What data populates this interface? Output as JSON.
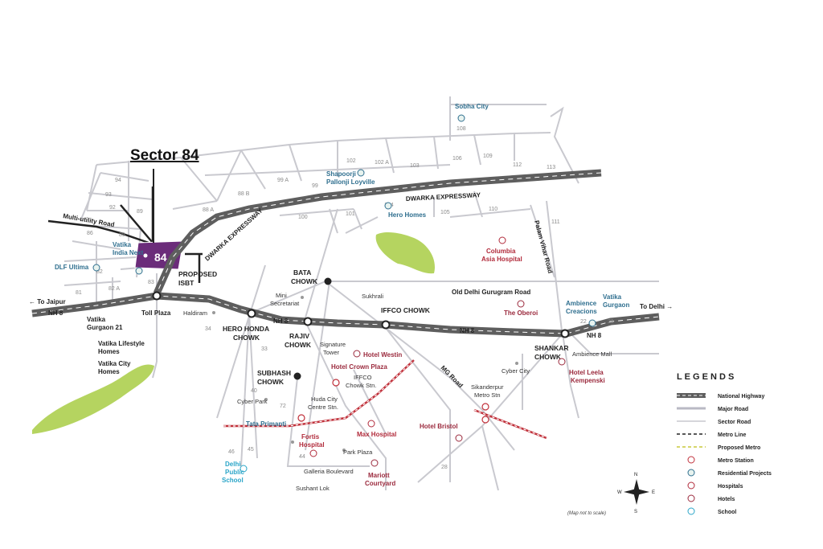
{
  "title": "Sector 84",
  "sector_badge": "84",
  "roads": {
    "dwarka_expressway_1": "DWARKA EXPRESSWAY",
    "dwarka_expressway_2": "DWARKA EXPRESSWAY",
    "nh8_1": "NH 8",
    "nh8_2": "NH 8",
    "nh8_3": "NH 8",
    "multi_utility": "Multi-utility Road",
    "old_delhi_gurugram": "Old Delhi Gurugram Road",
    "palam_vihar": "Palam Vihar Road",
    "mg_road": "MG Road",
    "to_jaipur": "To Jaipur",
    "to_delhi": "To Delhi"
  },
  "chowks": {
    "bata": [
      "BATA",
      "CHOWK"
    ],
    "hero_honda": [
      "HERO HONDA",
      "CHOWK"
    ],
    "rajiv": [
      "RAJIV",
      "CHOWK"
    ],
    "iffco": "IFFCO CHOWK",
    "subhash": [
      "SUBHASH",
      "CHOWK"
    ],
    "shankar": [
      "SHANKAR",
      "CHOWK"
    ],
    "toll_plaza": "Toll Plaza",
    "proposed_isbt": [
      "PROPOSED",
      "ISBT"
    ]
  },
  "sectors": [
    "94",
    "93",
    "92",
    "89",
    "86",
    "85",
    "88 B",
    "88 A",
    "99 A",
    "99",
    "100",
    "102",
    "102 A",
    "103",
    "106",
    "109",
    "112",
    "113",
    "104",
    "105",
    "110",
    "101",
    "108",
    "111",
    "83",
    "82",
    "82 A",
    "81",
    "33",
    "40",
    "72",
    "44",
    "45",
    "46",
    "28",
    "22",
    "21",
    "34"
  ],
  "places": {
    "sobha_city": "Sobha City",
    "shapoorji": [
      "Shapoorji",
      "Pallonji Loyville"
    ],
    "hero_homes": "Hero Homes",
    "vatika_india_next": [
      "Vatika",
      "India Next"
    ],
    "dlf_ultima": "DLF Ultima",
    "vatika_gurgaon_21": [
      "Vatika",
      "Gurgaon 21"
    ],
    "vatika_lifestyle": [
      "Vatika Lifestyle",
      "Homes"
    ],
    "vatika_city": [
      "Vatika City",
      "Homes"
    ],
    "vatika_gurgaon": [
      "Vatika",
      "Gurgaon"
    ],
    "ambience_creacions": [
      "Ambience",
      "Creacions"
    ],
    "haldiram": "Haldiram",
    "mini_secretariat": [
      "Mini",
      "Secretariat"
    ],
    "sukhrali": "Sukhrali",
    "signature_tower": [
      "Signature",
      "Tower"
    ],
    "iffco_chowk_stn": [
      "IFFCO",
      "Chowk Stn."
    ],
    "cyber_city": "Cyber City",
    "ambience_mall": "Ambience Mall",
    "sikanderpur": [
      "Sikanderpur",
      "Metro Stn"
    ],
    "huda_city_centre": [
      "Huda City",
      "Centre Stn."
    ],
    "cyber_park": "Cyber Park",
    "tata_primanti": "Tata Primanti",
    "park_plaza": "Park Plaza",
    "galleria": "Galleria Boulevard",
    "sushant_lok": "Sushant Lok"
  },
  "hospitals": {
    "columbia": [
      "Columbia",
      "Asia Hospital"
    ],
    "fortis": [
      "Fortis",
      "Hospital"
    ],
    "max": "Max Hospital"
  },
  "hotels": {
    "oberoi": "The Oberoi",
    "westin": "Hotel Westin",
    "crown_plaza": "Hotel Crown Plaza",
    "leela": [
      "Hotel Leela",
      "Kempenski"
    ],
    "bristol": "Hotel Bristol",
    "mariott": [
      "Mariott",
      "Courtyard"
    ]
  },
  "schools": {
    "dps": [
      "Delhi",
      "Public",
      "School"
    ]
  },
  "legend": {
    "title": "L E G E N D S",
    "items": [
      "National Highway",
      "Major Road",
      "Sector Road",
      "Metro Line",
      "Proposed Metro",
      "Metro Station",
      "Residential Projects",
      "Hospitals",
      "Hotels",
      "School"
    ]
  },
  "compass": {
    "n": "N",
    "s": "S",
    "e": "E",
    "w": "W"
  },
  "note": "(Map not to scale)",
  "colors": {
    "highway": "#6a6a6a",
    "sector_highlight": "#6b2c7a",
    "green_area": "#b5d460",
    "metro": "#c0303a",
    "proposed_metro": "#c8c83c",
    "hospital": "#b12a3a",
    "hotel": "#9b2a3d",
    "residential": "#2f6f8f",
    "school": "#2aa5c8"
  }
}
